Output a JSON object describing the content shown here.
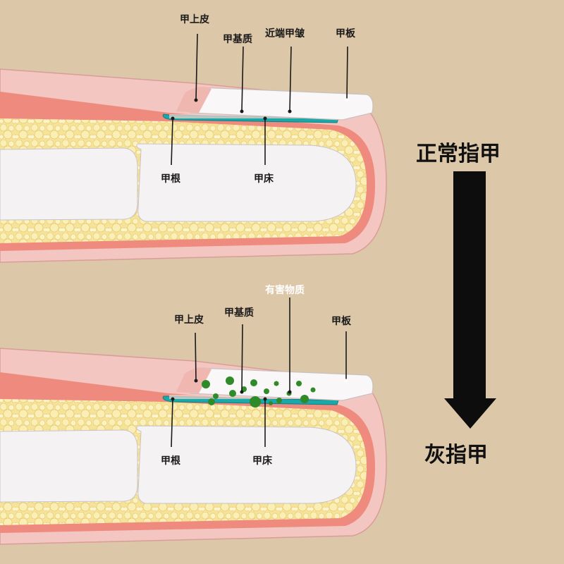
{
  "top": {
    "title": "正常指甲",
    "labels": {
      "eponychium": "甲上皮",
      "matrix": "甲基质",
      "proximal_fold": "近端甲皱",
      "plate": "甲板",
      "root": "甲根",
      "bed": "甲床"
    }
  },
  "bottom": {
    "title": "灰指甲",
    "labels": {
      "harmful": "有害物质",
      "eponychium": "甲上皮",
      "matrix": "甲基质",
      "plate": "甲板",
      "root": "甲根",
      "bed": "甲床"
    }
  },
  "colors": {
    "background": "#dcc7a8",
    "skin": "#f3c6c1",
    "skin_inner": "#ef8a7f",
    "fat": "#f6e39a",
    "bone": "#f4f2f3",
    "nail_root": "#1aa8a8",
    "harmful_dots": "#2f8a2a",
    "arrow": "#0d0d0d"
  }
}
